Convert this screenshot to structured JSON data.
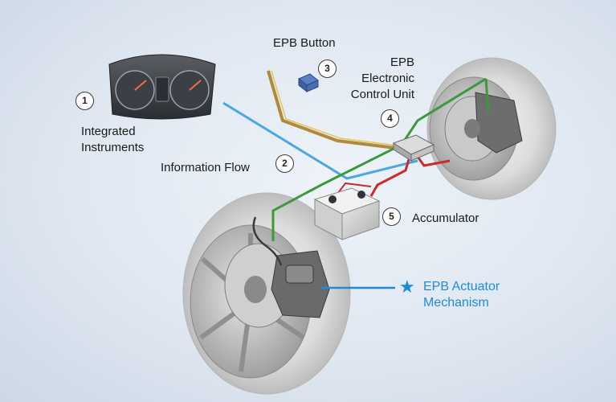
{
  "components": [
    {
      "number": "1",
      "label_lines": [
        "Integrated",
        "Instruments"
      ]
    },
    {
      "number": "2",
      "label_lines": [
        "Information Flow"
      ]
    },
    {
      "number": "3",
      "label_lines": [
        "EPB Button"
      ]
    },
    {
      "number": "4",
      "label_lines": [
        "EPB",
        "Electronic",
        "Control Unit"
      ]
    },
    {
      "number": "5",
      "label_lines": [
        "Accumulator"
      ]
    }
  ],
  "highlight": {
    "label_lines": [
      "EPB Actuator",
      "Mechanism"
    ]
  },
  "colors": {
    "information_flow": "#4aa6e6",
    "network_wire": "#3c9a3c",
    "power_wire": "#cc2a2a",
    "highlight": "#1b8be0",
    "callout_line": "#1b8be0"
  },
  "icons": {
    "highlight_marker": "star-icon"
  }
}
